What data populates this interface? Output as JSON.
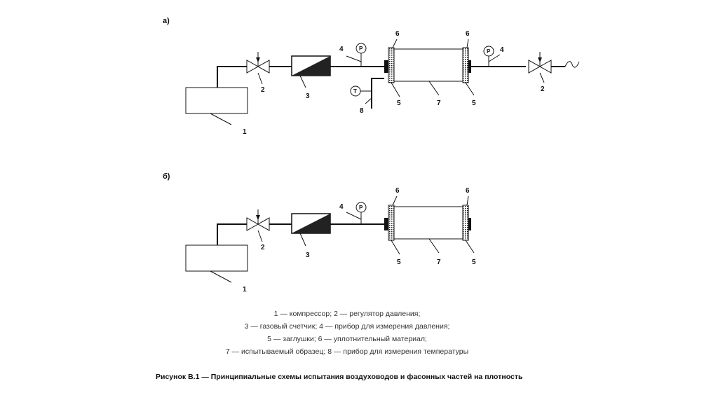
{
  "panels": {
    "a": {
      "tag": "а)",
      "labels": {
        "compressor": "1",
        "regulator_in": "2",
        "meter": "3",
        "gauge_in": "4",
        "plug_in": "5",
        "seal_in": "6",
        "sample": "7",
        "thermo": "8",
        "gauge_out": "4",
        "plug_out": "5",
        "seal_out": "6",
        "regulator_out": "2"
      },
      "gauge_letter_p": "P",
      "gauge_letter_t": "T"
    },
    "b": {
      "tag": "б)",
      "labels": {
        "compressor": "1",
        "regulator_in": "2",
        "meter": "3",
        "gauge_in": "4",
        "plug_in": "5",
        "seal_in": "6",
        "sample": "7",
        "plug_out": "5",
        "seal_out": "6"
      },
      "gauge_letter_p": "P"
    }
  },
  "legend": [
    "1 — компрессор; 2 — регулятор давления;",
    "3 — газовый счетчик; 4 — прибор для измерения давления;",
    "5 — заглушки; 6 — уплотнительный материал;",
    "7 — испытываемый образец; 8 — прибор для измерения температуры"
  ],
  "caption": "Рисунок В.1 — Принципиальные схемы испытания воздуховодов и фасонных частей на плотность"
}
